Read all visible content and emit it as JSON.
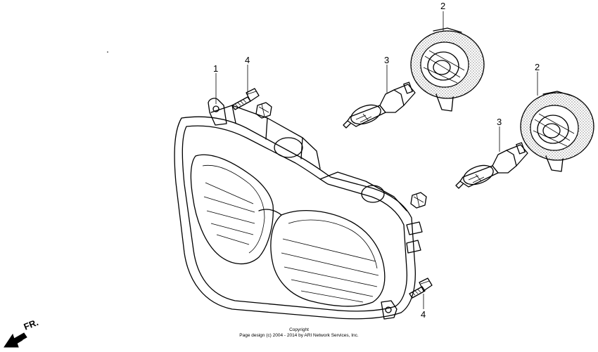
{
  "diagram": {
    "callouts": {
      "headlight_unit": "1",
      "socket_cover_upper": "2",
      "socket_cover_lower": "2",
      "bulb_upper": "3",
      "bulb_lower": "3",
      "screw_upper": "4",
      "screw_lower": "4"
    },
    "direction_label": "FR.",
    "copyright_line1": "Copyright",
    "copyright_line2": "Page design (c) 2004 - 2014 by ARI Network Services, Inc."
  },
  "colors": {
    "ink": "#000000",
    "background": "#ffffff"
  }
}
